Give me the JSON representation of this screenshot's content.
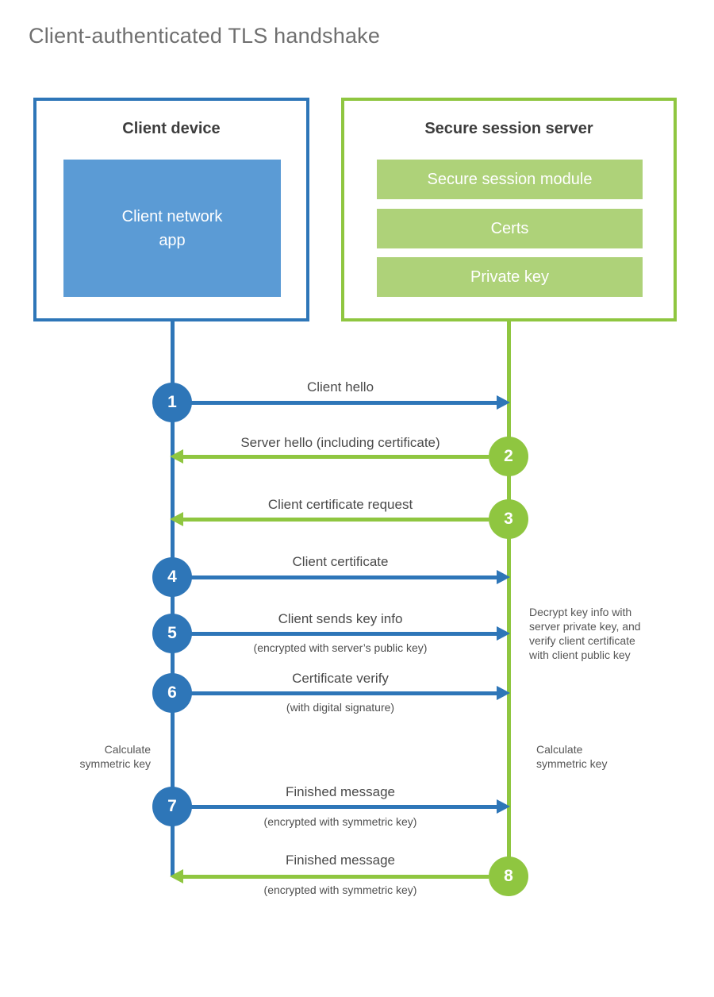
{
  "page": {
    "title": "Client-authenticated TLS handshake"
  },
  "client_box": {
    "title": "Client device",
    "app_label": "Client network\napp"
  },
  "server_box": {
    "title": "Secure session server",
    "modules": [
      "Secure session module",
      "Certs",
      "Private key"
    ]
  },
  "messages": [
    {
      "num": "1",
      "direction": "client-to-server",
      "label": "Client hello"
    },
    {
      "num": "2",
      "direction": "server-to-client",
      "label": "Server hello (including certificate)"
    },
    {
      "num": "3",
      "direction": "server-to-client",
      "label": "Client certificate request"
    },
    {
      "num": "4",
      "direction": "client-to-server",
      "label": "Client certificate"
    },
    {
      "num": "5",
      "direction": "client-to-server",
      "label": "Client sends key info",
      "sub": "(encrypted with server’s public key)"
    },
    {
      "num": "6",
      "direction": "client-to-server",
      "label": "Certificate verify",
      "sub": "(with digital signature)"
    },
    {
      "num": "7",
      "direction": "client-to-server",
      "label": "Finished message",
      "sub": "(encrypted with symmetric key)"
    },
    {
      "num": "8",
      "direction": "server-to-client",
      "label": "Finished message",
      "sub": "(encrypted with symmetric key)"
    }
  ],
  "notes": {
    "decrypt": "Decrypt key info with\nserver private key, and\nverify client certificate\nwith client public key",
    "calculate_left": "Calculate\nsymmetric key",
    "calculate_right": "Calculate\nsymmetric key"
  },
  "colors": {
    "blue_accent": "#2e76b8",
    "blue_fill": "#5b9bd5",
    "green_accent": "#8fc640",
    "green_fill": "#aed279"
  }
}
